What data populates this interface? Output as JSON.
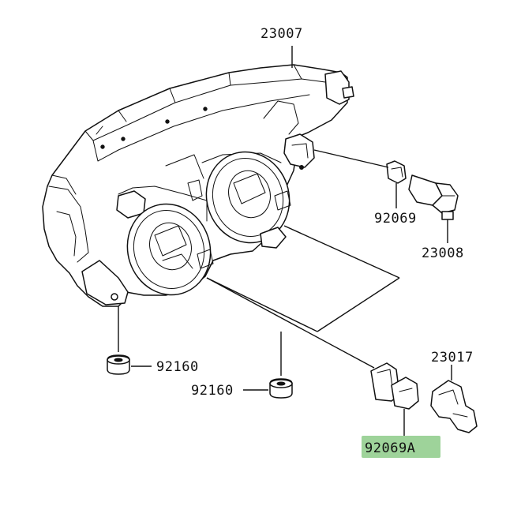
{
  "labels": {
    "headlight_assembly": "23007",
    "position_bulb": "92069",
    "position_socket": "23008",
    "grommet_left": "92160",
    "grommet_center": "92160",
    "headlight_socket": "23017",
    "headlight_bulb": "92069A"
  },
  "colors": {
    "highlight": "#9ed39a",
    "ink": "#111111",
    "background": "#ffffff"
  }
}
